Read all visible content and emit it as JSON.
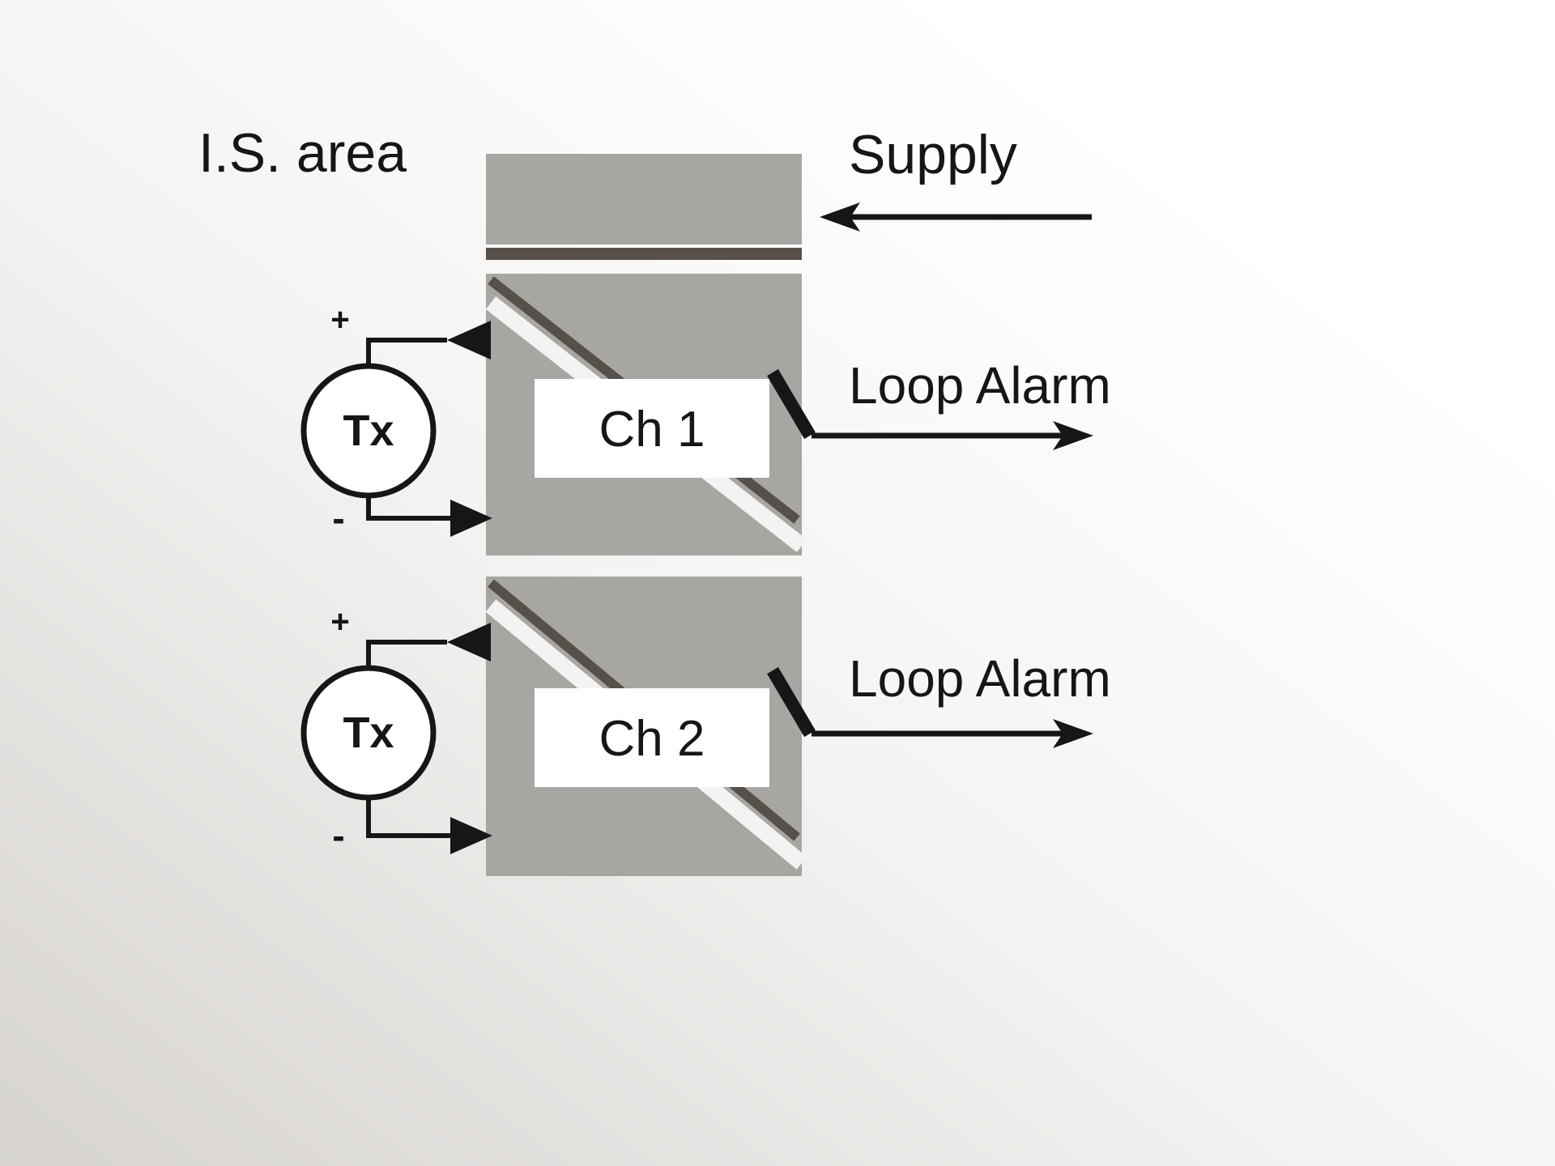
{
  "diagram": {
    "area_label": "I.S. area",
    "supply_label": "Supply",
    "colors": {
      "block_gray": "#a8a6a3",
      "dark_accent": "#57504a",
      "line_black": "#161616",
      "box_white": "#ffffff",
      "background_light": "#ffffff",
      "background_shade": "#d6d3d0"
    },
    "channels": [
      {
        "label": "Ch 1",
        "transmitter_label": "Tx",
        "plus": "+",
        "minus": "-",
        "output_label": "Loop Alarm"
      },
      {
        "label": "Ch 2",
        "transmitter_label": "Tx",
        "plus": "+",
        "minus": "-",
        "output_label": "Loop Alarm"
      }
    ]
  }
}
